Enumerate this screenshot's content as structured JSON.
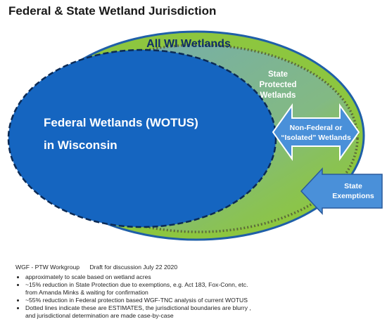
{
  "title": "Federal & State Wetland Jurisdiction",
  "labels": {
    "all_wi": "All WI Wetlands",
    "state_protected": [
      "State",
      "Protected",
      "Wetlands"
    ],
    "federal": [
      "Federal  Wetlands (WOTUS)",
      "in Wisconsin"
    ],
    "non_federal": [
      "Non-Federal or",
      "“Isolated” Wetlands"
    ],
    "state_exemptions": [
      "State",
      "Exemptions"
    ]
  },
  "colors": {
    "outer_fill": "#8dc63f",
    "outer_stroke": "#1f5fa8",
    "federal_fill": "#1565c0",
    "arrow_fill": "#4a90d9",
    "state_shade": "#7fb0b8"
  },
  "notes": {
    "header_left": "WGF - PTW Workgroup",
    "header_right": "Draft for discussion July 22 2020",
    "items": [
      "approximately to scale based on wetland acres",
      "~15%  reduction in State Protection due to exemptions, e.g. Act 183, Fox-Conn, etc.\nfrom Amanda Minks & waiting for confirmation",
      "~55% reduction in Federal protection based WGF-TNC analysis of current WOTUS",
      "Dotted lines indicate these are ESTIMATES, the jurisdictional boundaries are blurry ,\nand jurisdictional determination are made case-by-case"
    ]
  }
}
